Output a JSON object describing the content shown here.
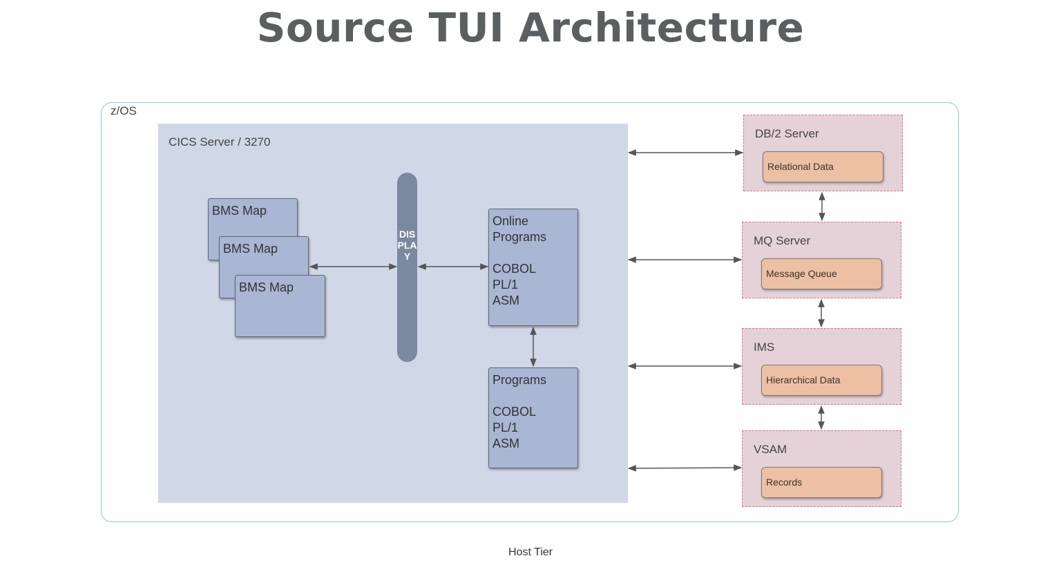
{
  "title": "Source TUI Architecture",
  "zos_label": "z/OS",
  "cics": {
    "label": "CICS Server / 3270",
    "bms_maps": [
      "BMS Map",
      "BMS Map",
      "BMS Map"
    ],
    "display_label": "DISPLAY",
    "online_programs": {
      "lines": [
        "Online",
        "Programs",
        "",
        "COBOL",
        "PL/1",
        "ASM"
      ]
    },
    "programs": {
      "lines": [
        "Programs",
        "",
        "COBOL",
        "PL/1",
        "ASM"
      ]
    }
  },
  "data_servers": [
    {
      "name": "DB/2 Server",
      "store": "Relational Data"
    },
    {
      "name": "MQ Server",
      "store": "Message Queue"
    },
    {
      "name": "IMS",
      "store": "Hierarchical Data"
    },
    {
      "name": "VSAM",
      "store": "Records"
    }
  ],
  "footer": "Host Tier",
  "colors": {
    "cics_bg": "#d0d7e6",
    "program_box": "#a9b6d4",
    "display_bar": "#7a88a0",
    "server_bg": "#e5d2d8",
    "server_border": "#e0708a",
    "store_box": "#edc0a4",
    "zos_border": "#8ec2ea"
  }
}
